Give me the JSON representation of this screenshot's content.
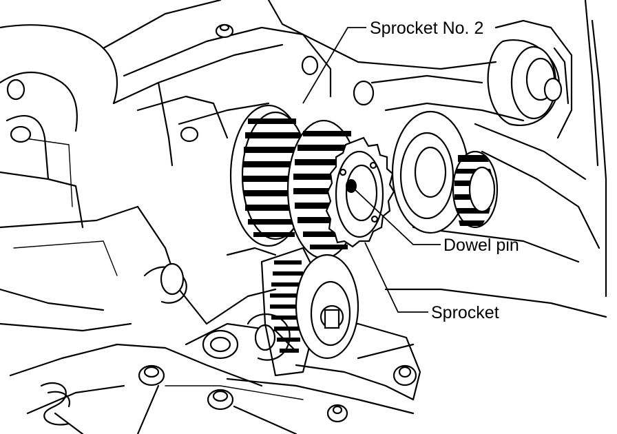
{
  "labels": {
    "sprocket_no2": "Sprocket No. 2",
    "dowel_pin": "Dowel pin",
    "sprocket": "Sprocket"
  }
}
